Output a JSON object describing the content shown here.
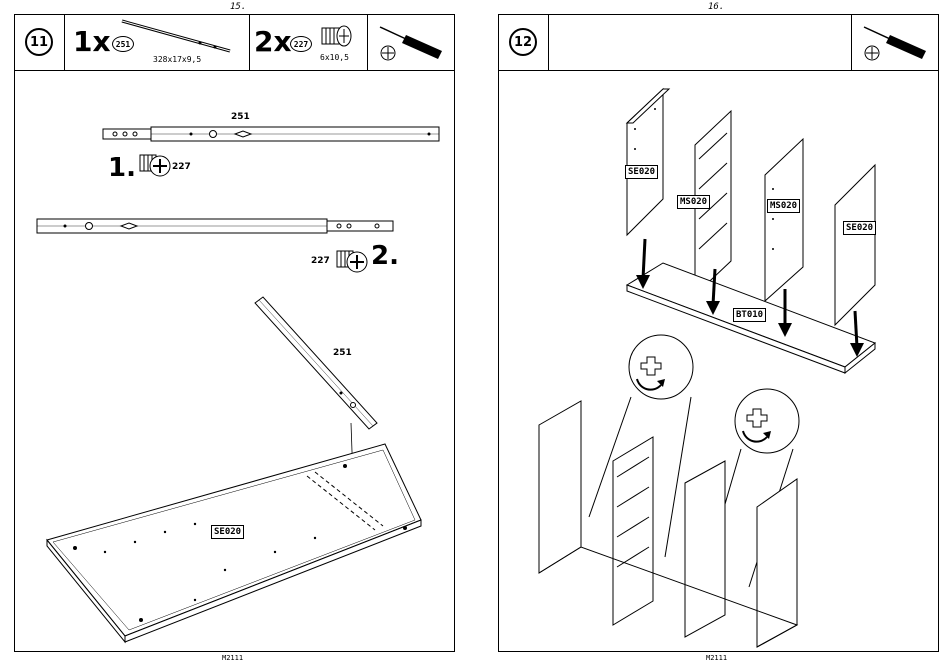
{
  "left_page": {
    "page_number": "15.",
    "step": "11",
    "items": [
      {
        "qty": "1x",
        "part": "251",
        "dimension": "328x17x9,5"
      },
      {
        "qty": "2x",
        "part": "227",
        "dimension": "6x10,5"
      }
    ],
    "tool_icon": "screwdriver-icon",
    "labels": {
      "rail_top": "251",
      "screw_1": "227",
      "step_1": "1.",
      "screw_2": "227",
      "step_2": "2.",
      "rail_diag": "251"
    },
    "panel_label": "SE020",
    "footer": "M2111"
  },
  "right_page": {
    "page_number": "16.",
    "step": "12",
    "tool_icon": "screwdriver-icon",
    "panel_labels": [
      "SE020",
      "MS020",
      "MS020",
      "SE020"
    ],
    "base_label": "BT010",
    "footer": "M2111"
  }
}
